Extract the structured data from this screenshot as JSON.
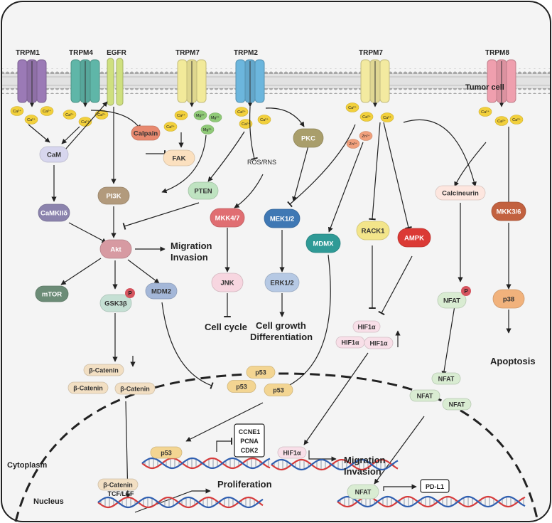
{
  "cell_label": "Tumor cell",
  "compartments": {
    "cytoplasm": "Cytoplasm",
    "nucleus": "Nucleus"
  },
  "channels": [
    {
      "id": "trpm1",
      "label": "TRPM1",
      "color": "#9b7ab6"
    },
    {
      "id": "trpm4",
      "label": "TRPM4",
      "color": "#5fb6a8"
    },
    {
      "id": "egfr",
      "label": "EGFR",
      "color": "#cfe07f"
    },
    {
      "id": "trpm7a",
      "label": "TRPM7",
      "color": "#f2ea9a"
    },
    {
      "id": "trpm2",
      "label": "TRPM2",
      "color": "#6cb6dd"
    },
    {
      "id": "trpm7b",
      "label": "TRPM7",
      "color": "#f3eaa0"
    },
    {
      "id": "trpm8",
      "label": "TRPM8",
      "color": "#ef9fae"
    }
  ],
  "ions": {
    "ca": "Ca²⁺",
    "mg": "Mg²⁺",
    "zn": "Zn²⁺"
  },
  "nodes": {
    "cam": {
      "label": "CaM",
      "color": "#d7d6ee"
    },
    "calpain": {
      "label": "Calpain",
      "color": "#e8896f"
    },
    "fak": {
      "label": "FAK",
      "color": "#fbe0bf"
    },
    "pi3k": {
      "label": "PI3K",
      "color": "#b29a7c"
    },
    "camkii": {
      "label": "CaMKIIδ",
      "color": "#8b83ad"
    },
    "pten": {
      "label": "PTEN",
      "color": "#bfe3c1"
    },
    "akt": {
      "label": "Akt",
      "color": "#d79aa2"
    },
    "mtor": {
      "label": "mTOR",
      "color": "#6c8c77"
    },
    "gsk3b": {
      "label": "GSK3β",
      "color": "#c5e0d4"
    },
    "mdm2": {
      "label": "MDM2",
      "color": "#a4b7d8"
    },
    "ros": {
      "label": "ROS/RNS"
    },
    "pkc": {
      "label": "PKC",
      "color": "#a99e6b"
    },
    "mkk47": {
      "label": "MKK4/7",
      "color": "#e06e72"
    },
    "mek12": {
      "label": "MEK1/2",
      "color": "#3f78b4"
    },
    "jnk": {
      "label": "JNK",
      "color": "#f7d6e0"
    },
    "erk12": {
      "label": "ERK1/2",
      "color": "#b6c9e4"
    },
    "mdmx": {
      "label": "MDMX",
      "color": "#2f9a96"
    },
    "rack1": {
      "label": "RACK1",
      "color": "#f3e58a"
    },
    "ampk": {
      "label": "AMPK",
      "color": "#db3a35"
    },
    "calcineurin": {
      "label": "Calcineurin",
      "color": "#fde6df"
    },
    "mkk36": {
      "label": "MKK3/6",
      "color": "#c2613f"
    },
    "p38": {
      "label": "p38",
      "color": "#f1b27c"
    },
    "nfat_p": {
      "label": "NFAT",
      "color": "#d9ecd2"
    },
    "p53_a": {
      "label": "p53",
      "color": "#f3d592"
    },
    "p53_b": {
      "label": "p53",
      "color": "#f3d592"
    },
    "p53_c": {
      "label": "p53",
      "color": "#f3d592"
    },
    "bcat_a": {
      "label": "β-Catenin",
      "color": "#f2dfc3"
    },
    "bcat_b": {
      "label": "β-Catenin",
      "color": "#f2dfc3"
    },
    "bcat_c": {
      "label": "β-Catenin",
      "color": "#f2dfc3"
    },
    "hif_a": {
      "label": "HIF1α",
      "color": "#f8dfe8"
    },
    "hif_b": {
      "label": "HIF1α",
      "color": "#f8dfe8"
    },
    "hif_c": {
      "label": "HIF1α",
      "color": "#f8dfe8"
    },
    "nfat_a": {
      "label": "NFAT",
      "color": "#d9ecd2"
    },
    "nfat_b": {
      "label": "NFAT",
      "color": "#d9ecd2"
    },
    "nfat_c": {
      "label": "NFAT",
      "color": "#d9ecd2"
    },
    "p53_nuc": {
      "label": "p53",
      "color": "#f3d592"
    },
    "hif_nuc": {
      "label": "HIF1α",
      "color": "#f8dfe8"
    },
    "bcat_nuc": {
      "label": "β-Catenin",
      "color": "#f2dfc3"
    },
    "nfat_nuc": {
      "label": "NFAT",
      "color": "#d9ecd2"
    }
  },
  "phospho": "P",
  "tcf_lef": "TCF/LEF",
  "outcomes": {
    "migration": [
      "Migration",
      "Invasion"
    ],
    "cell_cycle": "Cell cycle",
    "growth": [
      "Cell growth",
      "Differentiation"
    ],
    "apoptosis": "Apoptosis",
    "proliferation": "Proliferation",
    "nuc_migration": [
      "Migration",
      "Invasion"
    ]
  },
  "p53_targets": [
    "CCNE1",
    "PCNA",
    "CDK2"
  ],
  "pdl1": "PD-L1",
  "colors": {
    "ca": "#f2d03c",
    "mg": "#8fc977",
    "zn": "#f0a07c",
    "membrane": "#9a9a9a",
    "dna_red": "#d63b3b",
    "dna_blue": "#2f5fb0"
  }
}
